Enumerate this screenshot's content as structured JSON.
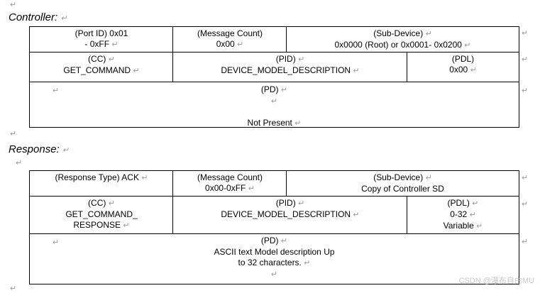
{
  "pilcrow": "↵",
  "controller": {
    "heading": "Controller:",
    "row1": {
      "port_id": [
        "(Port ID) 0x01",
        "- 0xFF"
      ],
      "message_count": [
        "(Message Count)",
        "0x00"
      ],
      "sub_device": [
        "(Sub-Device)",
        "0x0000 (Root) or 0x0001- 0x0200"
      ]
    },
    "row2": {
      "cc": [
        "(CC)",
        "GET_COMMAND"
      ],
      "pid": [
        "(PID)",
        "DEVICE_MODEL_DESCRIPTION"
      ],
      "pdl": [
        "(PDL)",
        "0x00"
      ]
    },
    "row3": {
      "pd_label": "(PD)",
      "pd_value": "Not Present"
    }
  },
  "response": {
    "heading": "Response:",
    "row1": {
      "response_type": "(Response Type) ACK",
      "message_count": [
        "(Message Count)",
        "0x00-0xFF"
      ],
      "sub_device": [
        "(Sub-Device)",
        "Copy of Controller SD"
      ]
    },
    "row2": {
      "cc": [
        "(CC)",
        "GET_COMMAND_",
        "RESPONSE"
      ],
      "pid": [
        "(PID)",
        "DEVICE_MODEL_DESCRIPTION"
      ],
      "pdl": [
        "(PDL)",
        "0-32",
        "Variable"
      ]
    },
    "row3": {
      "pd_label": "(PD)",
      "pd_value": [
        "ASCII text Model description Up",
        "to 32 characters."
      ]
    }
  },
  "watermark": "CSDN @瀑布自由MU"
}
